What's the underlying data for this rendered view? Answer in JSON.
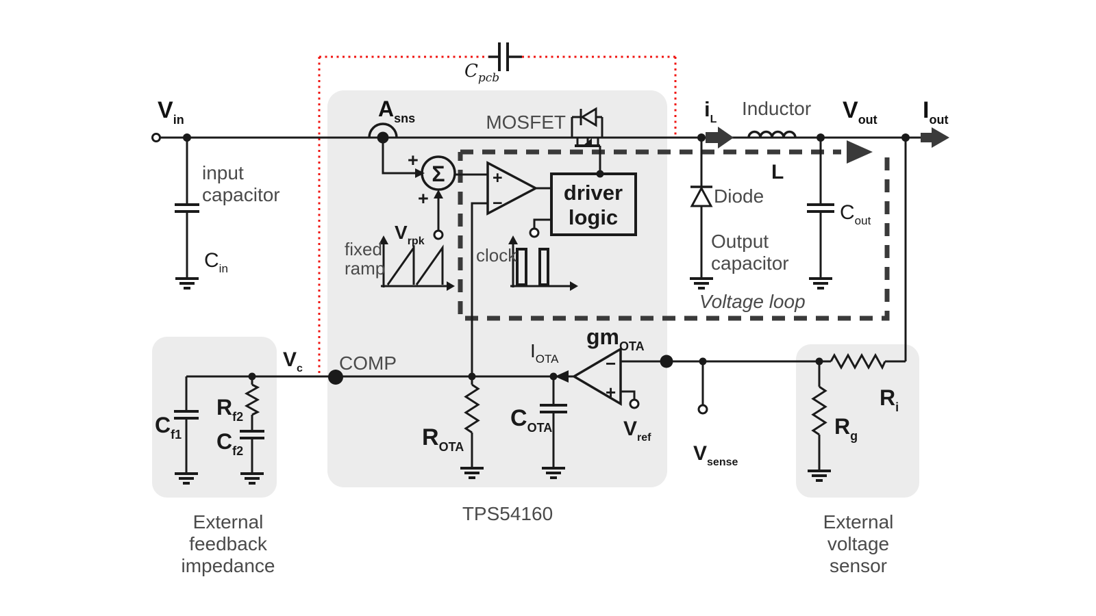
{
  "title": "TPS54160 current-mode buck converter loop diagram",
  "colors": {
    "wire": "#1a1a1a",
    "label_gray": "#4a4a4a",
    "block_gray": "#ececec",
    "loop_dash": "#3a3a3a",
    "parasitic_red": "#f01410"
  },
  "labels": {
    "vin": {
      "main": "V",
      "sub": "in"
    },
    "asns": {
      "main": "A",
      "sub": "sns"
    },
    "cpcb": {
      "main": "C",
      "sub": "pcb"
    },
    "mosfet": "MOSFET",
    "il": {
      "main": "i",
      "sub": "L"
    },
    "inductor": "Inductor",
    "l": "L",
    "vout": {
      "main": "V",
      "sub": "out"
    },
    "iout": {
      "main": "I",
      "sub": "out"
    },
    "cin": {
      "main": "C",
      "sub": "in"
    },
    "cout": {
      "main": "C",
      "sub": "out"
    },
    "diode": "Diode",
    "voltage_loop": "Voltage loop",
    "sigma": "Σ",
    "sum_plus_left": "+",
    "sum_plus_bottom": "+",
    "cmp_plus": "+",
    "cmp_minus": "−",
    "vrpk": {
      "main": "V",
      "sub": "rpk"
    },
    "clock": "clock",
    "comp": "COMP",
    "vc": {
      "main": "V",
      "sub": "c"
    },
    "rota": {
      "main": "R",
      "sub": "OTA"
    },
    "cota": {
      "main": "C",
      "sub": "OTA"
    },
    "iota": {
      "main": "I",
      "sub": "OTA"
    },
    "gmota": {
      "main": "gm",
      "sub": "OTA"
    },
    "ota_minus": "−",
    "ota_plus": "+",
    "vref": {
      "main": "V",
      "sub": "ref"
    },
    "vsense": {
      "main": "V",
      "sub": "sense"
    },
    "cf1": {
      "main": "C",
      "sub": "f1"
    },
    "rf2": {
      "main": "R",
      "sub": "f2"
    },
    "cf2": {
      "main": "C",
      "sub": "f2"
    },
    "rg": {
      "main": "R",
      "sub": "g"
    },
    "ri": {
      "main": "R",
      "sub": "i"
    },
    "tps": "TPS54160"
  },
  "captions": {
    "input_cap": [
      "input",
      "capacitor"
    ],
    "output_cap": [
      "Output",
      "capacitor"
    ],
    "fixed_ramp": [
      "fixed",
      "ramp"
    ],
    "driver": [
      "driver",
      "logic"
    ],
    "ext_fb": [
      "External",
      "feedback",
      "impedance"
    ],
    "ext_vs": [
      "External",
      "voltage",
      "sensor"
    ]
  }
}
